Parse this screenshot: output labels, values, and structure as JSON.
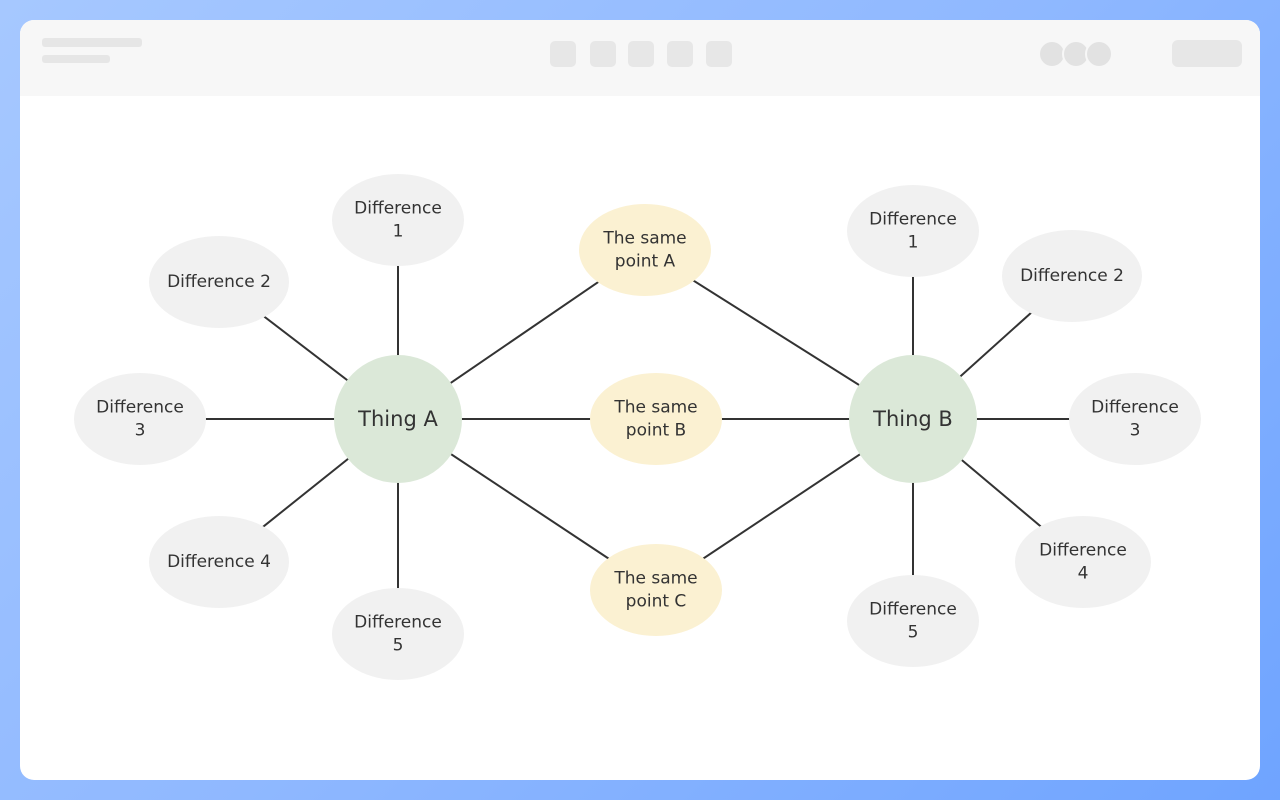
{
  "colors": {
    "background": "#8fb8ff",
    "hub": "#dbe8d8",
    "shared": "#fbf1d2",
    "difference": "#f1f1f1",
    "line": "#333333",
    "text": "#333333"
  },
  "toolbar": {
    "icons": [
      "tool-1-icon",
      "tool-2-icon",
      "tool-3-icon",
      "tool-4-icon",
      "tool-5-icon"
    ]
  },
  "diagram": {
    "thing_a": {
      "label": "Thing A",
      "differences": [
        [
          "Difference",
          "1"
        ],
        [
          "Difference 2"
        ],
        [
          "Difference",
          "3"
        ],
        [
          "Difference 4"
        ],
        [
          "Difference",
          "5"
        ]
      ]
    },
    "thing_b": {
      "label": "Thing B",
      "differences": [
        [
          "Difference",
          "1"
        ],
        [
          "Difference 2"
        ],
        [
          "Difference",
          "3"
        ],
        [
          "Difference",
          "4"
        ],
        [
          "Difference",
          "5"
        ]
      ]
    },
    "shared": [
      [
        "The same",
        "point A"
      ],
      [
        "The same",
        "point B"
      ],
      [
        "The same",
        "point C"
      ]
    ]
  }
}
